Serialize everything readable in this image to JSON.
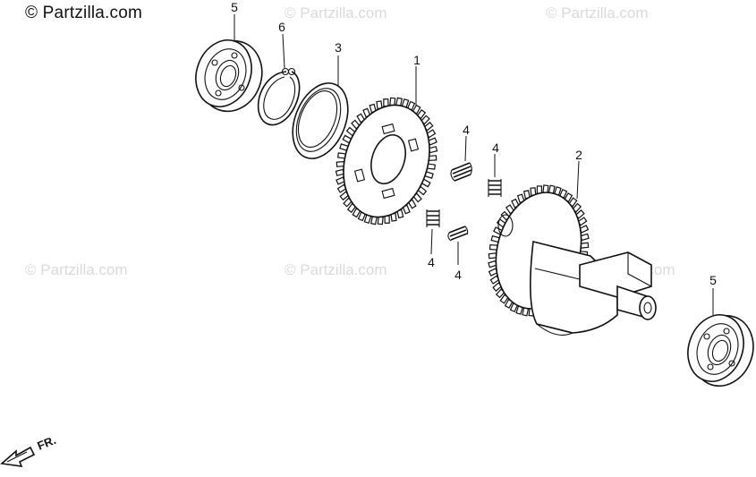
{
  "brand": {
    "text": "© Partzilla.com"
  },
  "watermarks": [
    "© Partzilla.com",
    "© Partzilla.com",
    "© Partzilla.com",
    "© Partzilla.com",
    "© Partzilla.com"
  ],
  "callouts": {
    "bearing_left": "5",
    "snap_ring": "6",
    "oil_seal": "3",
    "gear_plate": "1",
    "spring_a": "4",
    "spring_b": "4",
    "spring_c": "4",
    "spring_d": "4",
    "balancer_shaft": "2",
    "bearing_right": "5"
  },
  "direction_arrow": {
    "label": "FR."
  }
}
